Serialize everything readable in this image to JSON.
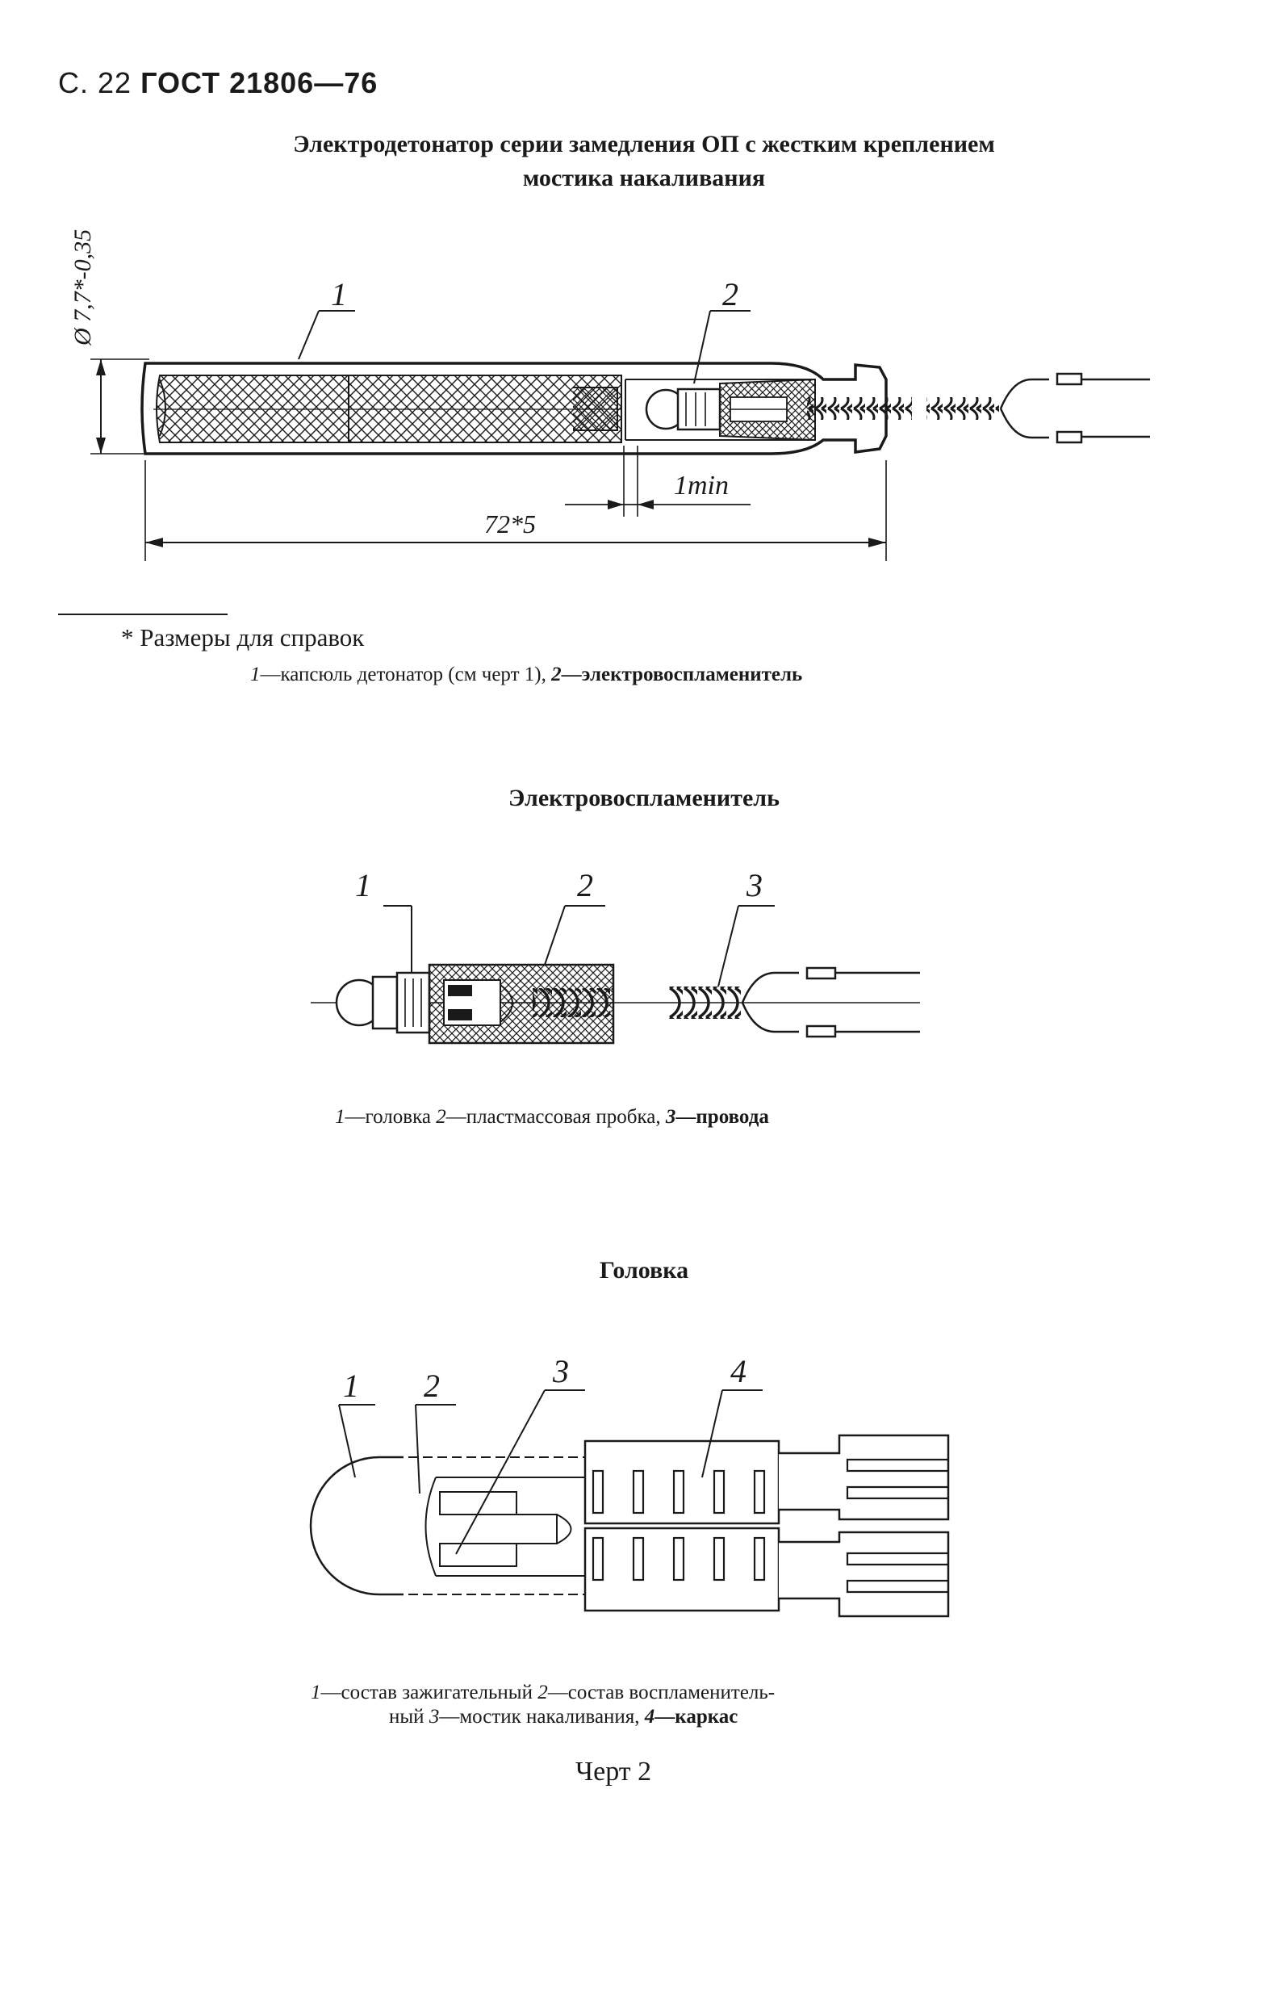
{
  "header": {
    "page": "С. 22",
    "standard": "ГОСТ 21806—76"
  },
  "figure1": {
    "title_line1": "Электродетонатор серии замедления ОП с жестким креплением",
    "title_line2": "мостика накаливания",
    "dim_diameter": "Ø 7,7*-0,35",
    "dim_length": "72*5",
    "dim_min": "1min",
    "callouts": [
      "1",
      "2"
    ],
    "footnote": "* Размеры для справок",
    "legend": [
      {
        "num": "1",
        "text": "—капсюль детонатор (см  черт  1), "
      },
      {
        "num": "2",
        "text": "—электровоспламенитель"
      }
    ]
  },
  "figure2": {
    "title": "Электровоспламенитель",
    "callouts": [
      "1",
      "2",
      "3"
    ],
    "legend": [
      {
        "num": "1",
        "text": "—головка  "
      },
      {
        "num": "2",
        "text": "—пластмассовая пробка, "
      },
      {
        "num": "3",
        "text": "—провода"
      }
    ]
  },
  "figure3": {
    "title": "Головка",
    "callouts": [
      "1",
      "2",
      "3",
      "4"
    ],
    "legend_line1": [
      {
        "num": "1",
        "text": "—состав зажигательный  "
      },
      {
        "num": "2",
        "text": "—состав воспламенитель-"
      }
    ],
    "legend_line2": [
      {
        "pre": "ный  "
      },
      {
        "num": "3",
        "text": "—мостик накаливания, "
      },
      {
        "num": "4",
        "text": "—каркас"
      }
    ]
  },
  "caption": "Черт  2",
  "colors": {
    "ink": "#1a1a1a",
    "paper": "#ffffff"
  }
}
